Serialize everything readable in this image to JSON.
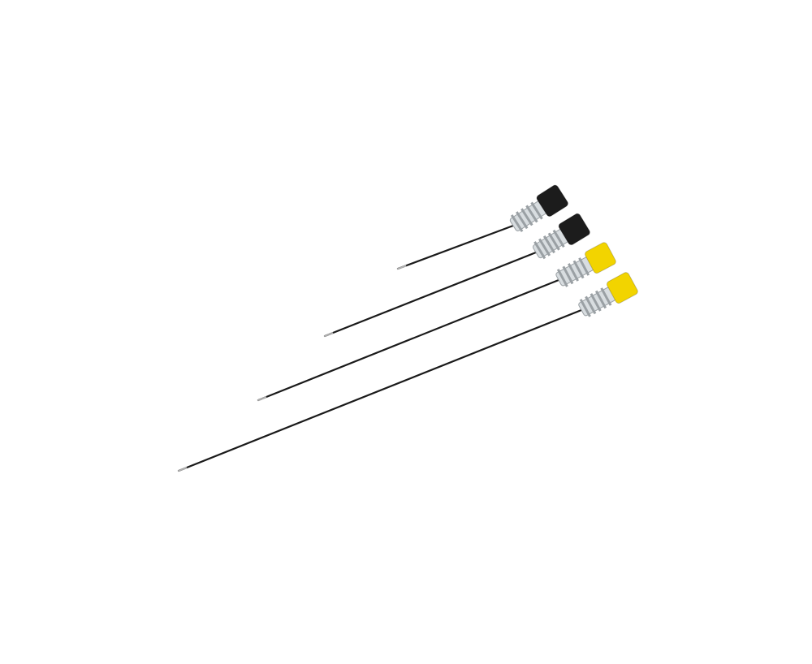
{
  "image": {
    "subject": "spinal-needles",
    "background": "#ffffff"
  },
  "needles": [
    {
      "id": "needle-1",
      "hub_color": "#1c1c1c",
      "hub_color_name": "black",
      "shaft_color": "#1a1a1a"
    },
    {
      "id": "needle-2",
      "hub_color": "#1c1c1c",
      "hub_color_name": "black",
      "shaft_color": "#1a1a1a"
    },
    {
      "id": "needle-3",
      "hub_color": "#f2d400",
      "hub_color_name": "yellow",
      "shaft_color": "#1a1a1a"
    },
    {
      "id": "needle-4",
      "hub_color": "#f2d400",
      "hub_color_name": "yellow",
      "shaft_color": "#1a1a1a"
    }
  ],
  "colors": {
    "hub_clear": "#d8dde0",
    "hub_metal": "#9aa0a4",
    "tip": "#b0b0b0"
  }
}
